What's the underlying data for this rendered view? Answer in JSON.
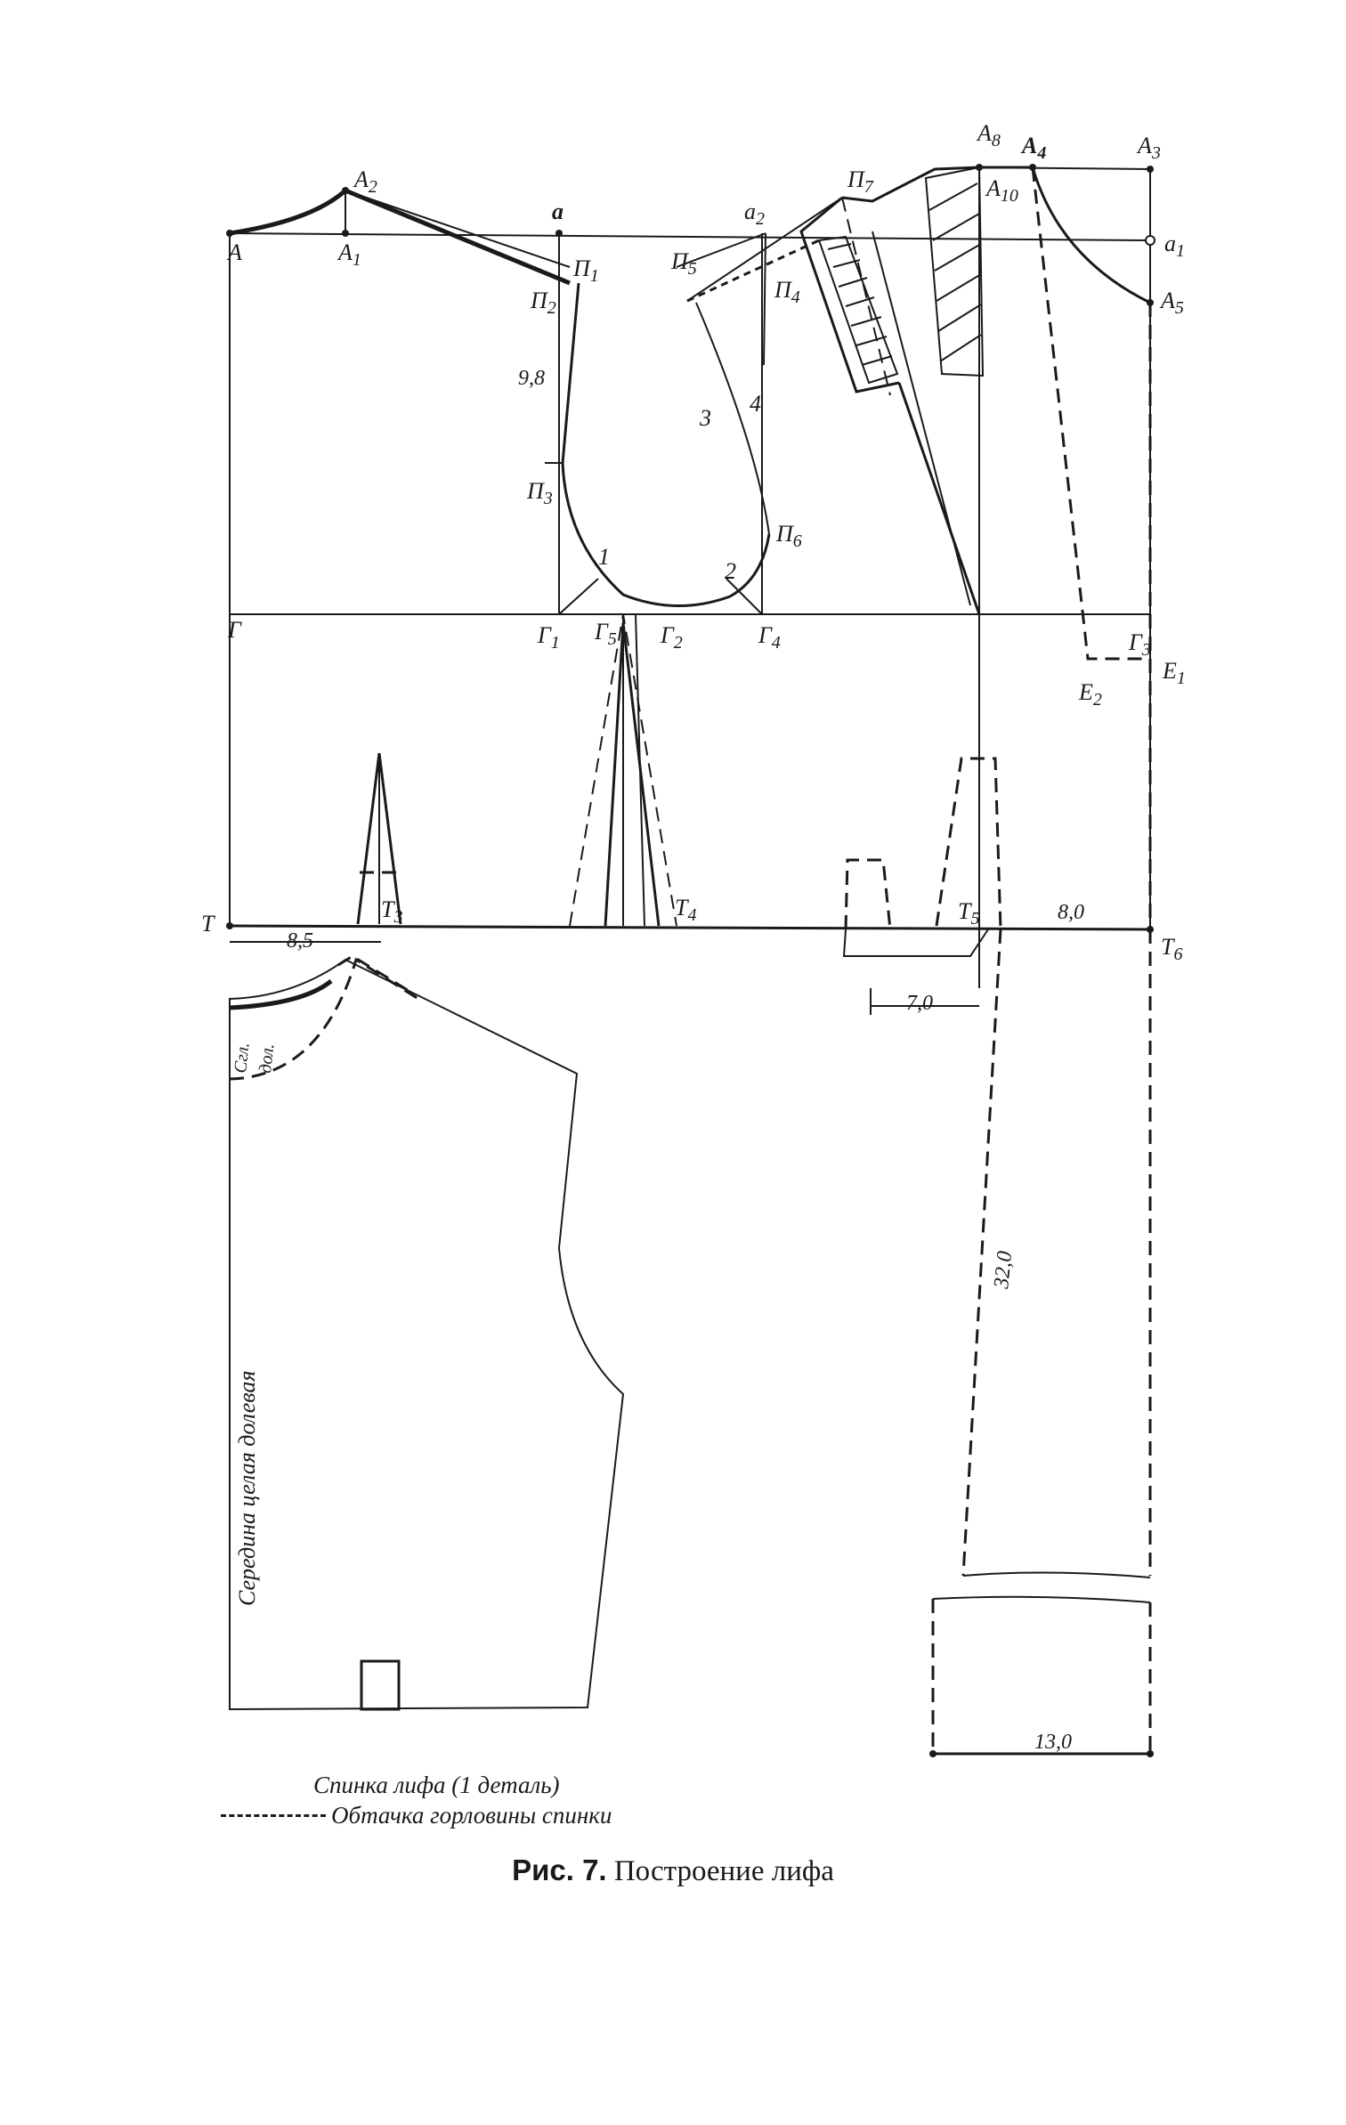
{
  "points": {
    "A": "А",
    "A1": "А",
    "A1_sub": "1",
    "A2": "А",
    "A2_sub": "2",
    "a": "а",
    "P1": "П",
    "P1_sub": "1",
    "P2": "П",
    "P2_sub": "2",
    "P3": "П",
    "P3_sub": "3",
    "P4": "П",
    "P4_sub": "4",
    "P5": "П",
    "P5_sub": "5",
    "P6": "П",
    "P6_sub": "6",
    "P7": "П",
    "P7_sub": "7",
    "a2": "а",
    "a2_sub": "2",
    "A8": "А",
    "A8_sub": "8",
    "A4": "А",
    "A4_sub": "4",
    "A3": "А",
    "A3_sub": "3",
    "A10": "А",
    "A10_sub": "10",
    "a1": "а",
    "a1_sub": "1",
    "A5": "А",
    "A5_sub": "5",
    "G": "Г",
    "G1": "Г",
    "G1_sub": "1",
    "G5": "Г",
    "G5_sub": "5",
    "G2": "Г",
    "G2_sub": "2",
    "G4": "Г",
    "G4_sub": "4",
    "G3": "Г",
    "G3_sub": "3",
    "E1": "Е",
    "E1_sub": "1",
    "E2": "Е",
    "E2_sub": "2",
    "T": "Т",
    "T3": "Т",
    "T3_sub": "3",
    "T4": "Т",
    "T4_sub": "4",
    "T5": "Т",
    "T5_sub": "5",
    "T6": "Т",
    "T6_sub": "6",
    "n1": "1",
    "n2": "2",
    "n3": "3",
    "n4": "4"
  },
  "dimensions": {
    "d98": "9,8",
    "d85": "8,5",
    "d80": "8,0",
    "d70": "7,0",
    "d320": "32,0",
    "d130": "13,0"
  },
  "notes": {
    "center_back": "Середина целая долевая",
    "fold1": "Сгл.",
    "fold2": "дол."
  },
  "legend": {
    "back": "Спинка лифа (1 деталь)",
    "facing": "Обтачка горловины спинки"
  },
  "caption": {
    "num": "Рис. 7.",
    "text": "Построение лифа"
  }
}
